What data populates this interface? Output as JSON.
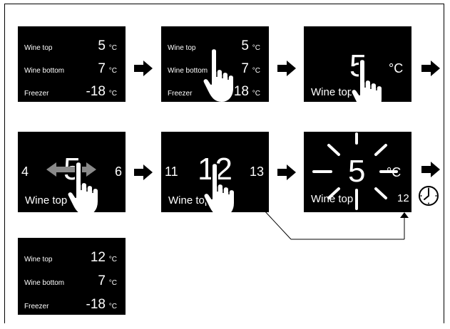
{
  "screens": {
    "s1": {
      "rows": [
        {
          "label": "Wine top",
          "value": "5",
          "unit": "°C"
        },
        {
          "label": "Wine bottom",
          "value": "7",
          "unit": "°C"
        },
        {
          "label": "Freezer",
          "value": "-18",
          "unit": "°C"
        }
      ]
    },
    "s2": {
      "rows": [
        {
          "label": "Wine top",
          "value": "5",
          "unit": "°C"
        },
        {
          "label": "Wine bottom",
          "value": "7",
          "unit": "°C"
        },
        {
          "label": "Freezer",
          "value": "-18",
          "unit": "°C"
        }
      ]
    },
    "s3": {
      "big_value": "5",
      "unit": "°C",
      "zone": "Wine top"
    },
    "s4": {
      "prev": "4",
      "big_value": "5",
      "next": "6",
      "zone": "Wine top"
    },
    "s5": {
      "prev": "11",
      "big_value": "12",
      "next": "13",
      "zone": "Wine top"
    },
    "s6": {
      "big_value": "5",
      "unit": "°C",
      "zone": "Wine top",
      "corner_value": "12"
    },
    "s7": {
      "rows": [
        {
          "label": "Wine top",
          "value": "12",
          "unit": "°C"
        },
        {
          "label": "Wine bottom",
          "value": "7",
          "unit": "°C"
        },
        {
          "label": "Freezer",
          "value": "-18",
          "unit": "°C"
        }
      ]
    }
  },
  "icons": {
    "arrow": "right-arrow-icon",
    "hand": "tap-hand-icon",
    "clock": "clock-icon",
    "swipe": "swipe-arrows-icon"
  },
  "colors": {
    "screen": "#000000",
    "text": "#ffffff",
    "swipe_arrows": "#8a8a8a"
  }
}
